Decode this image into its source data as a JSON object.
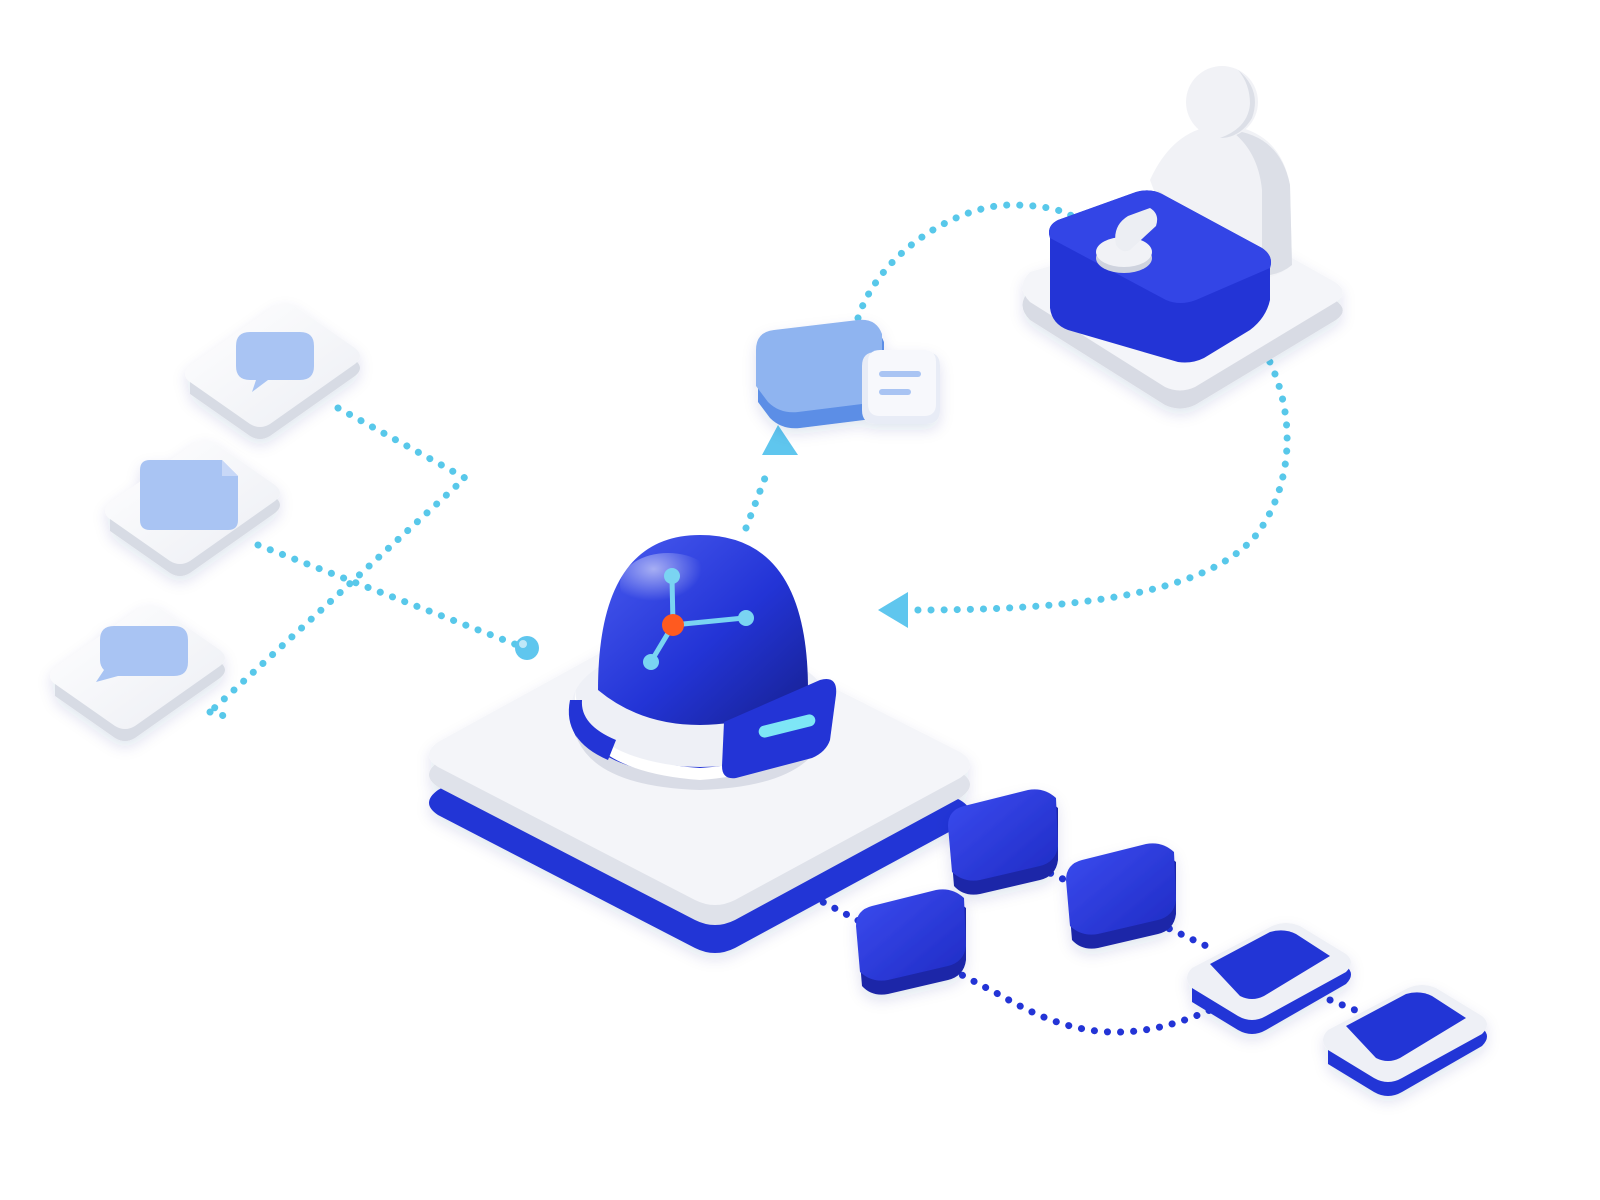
{
  "colors": {
    "background": "#ffffff",
    "platform_top": "#f3f4f8",
    "platform_side": "#dadde6",
    "brand_blue": "#2334d6",
    "brand_blue_dark": "#1a25a8",
    "light_blue": "#a9c4f3",
    "connector_cyan": "#58c8ea",
    "hub_accent": "#ff5a1f"
  },
  "icons": {
    "hub": "robot-dome-icon",
    "hub_symbol": "network-node-icon",
    "user": "person-at-desk-icon",
    "message": "chat-bubble-icon",
    "document": "document-icon",
    "output": "message-card-icon"
  },
  "diagram": {
    "inputs": [
      "chat-bubble",
      "document",
      "chat-bubble"
    ],
    "hub": "ai-agent",
    "approval": "human-in-the-loop",
    "pipeline_steps": 5
  }
}
